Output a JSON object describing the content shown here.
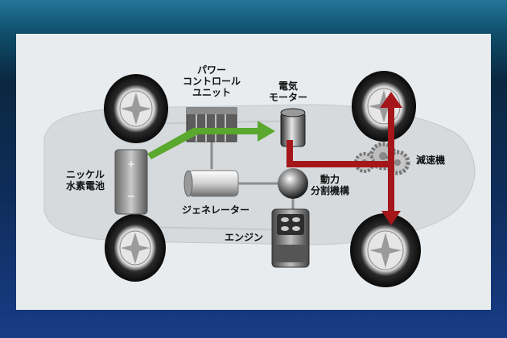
{
  "labels": {
    "power_control_unit": "パワー\nコントロール\nユニット",
    "electric_motor": "電気\nモーター",
    "reduction_gear": "減速機",
    "nickel_battery": "ニッケル\n水素電池",
    "generator": "ジェネレーター",
    "power_split": "動力\n分割機構",
    "engine": "エンジン"
  },
  "battery_terminals": {
    "plus": "+",
    "minus": "−"
  },
  "colors": {
    "background_dark": "#0a2840",
    "panel": "#e9ecee",
    "car_body": "#d6dadd",
    "electric_flow": "#5aa82e",
    "mechanical_flow": "#a5161a"
  },
  "icons": [
    "tire-icon",
    "battery-icon",
    "inverter-icon",
    "motor-icon",
    "generator-icon",
    "gear-icon",
    "engine-icon"
  ]
}
